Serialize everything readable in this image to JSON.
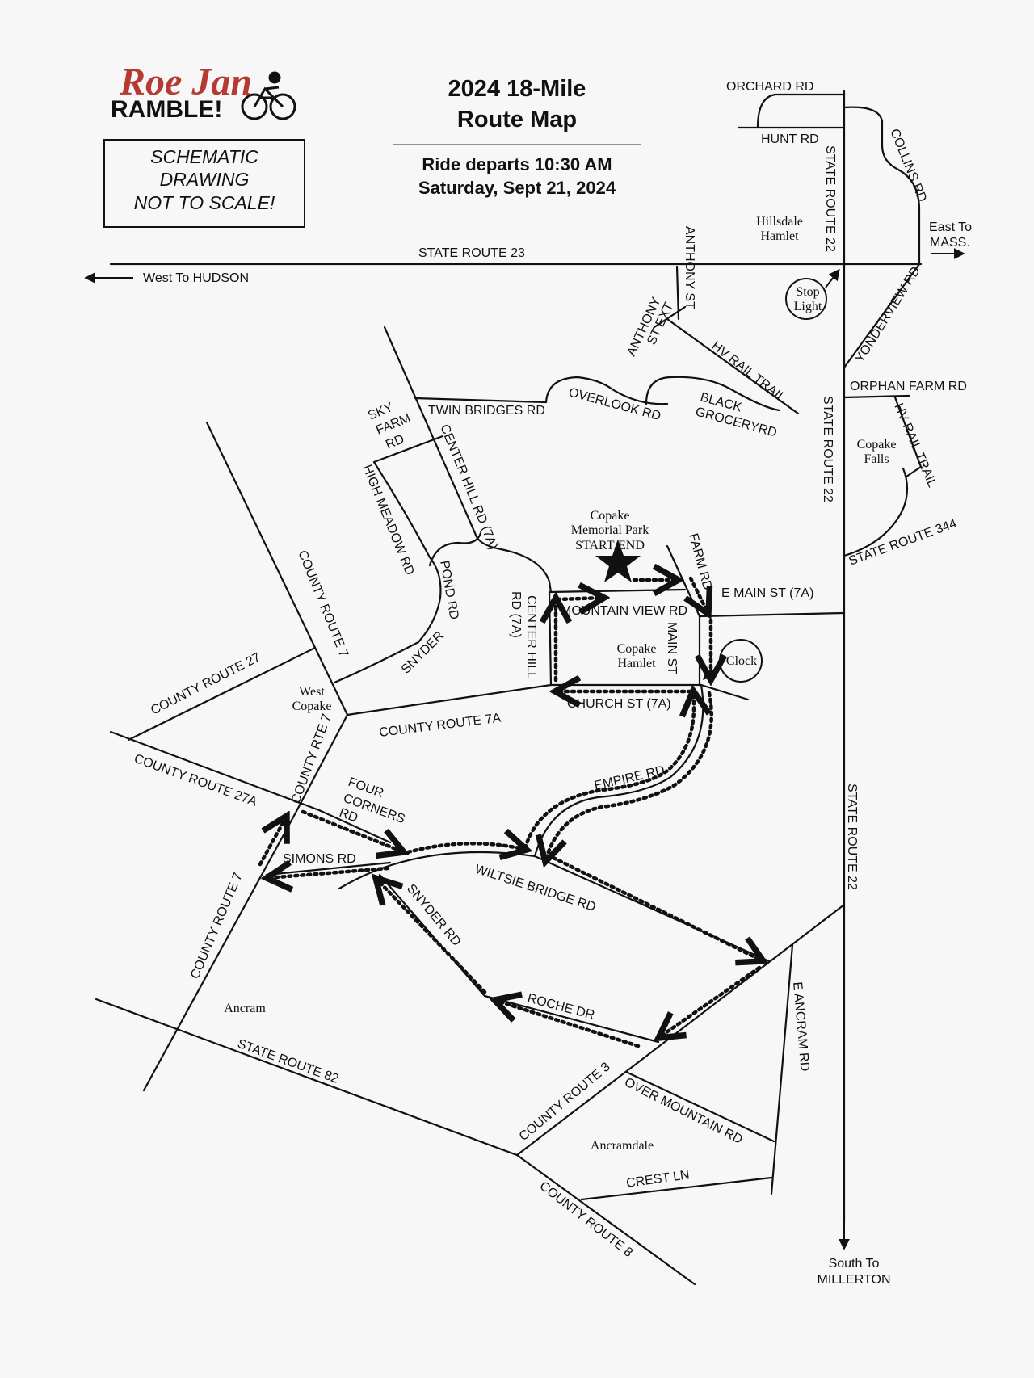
{
  "logo": {
    "line1": "Roe Jan",
    "line2": "RAMBLE!"
  },
  "title": {
    "line1": "2024 18-Mile",
    "line2": "Route Map"
  },
  "departure": {
    "line1": "Ride departs 10:30 AM",
    "line2": "Saturday, Sept 21, 2024"
  },
  "disclaimer": {
    "line1": "SCHEMATIC",
    "line2": "DRAWING",
    "line3": "NOT TO SCALE!"
  },
  "roads": {
    "orchard_rd": "ORCHARD RD",
    "hunt_rd": "HUNT RD",
    "collins_rd": "COLLINS RD",
    "state_route_22": "STATE ROUTE 22",
    "state_route_23": "STATE ROUTE 23",
    "anthony_st": "ANTHONY ST",
    "anthony_st_ext_1": "ANTHONY",
    "anthony_st_ext_2": "ST EXT",
    "hv_rail_trail": "HV RAIL TRAIL",
    "yonderview_rd": "YONDERVIEW RD",
    "orphan_farm_rd": "ORPHAN FARM RD",
    "overlook_rd": "OVERLOOK RD",
    "black_grocery_1": "BLACK",
    "black_grocery_2": "GROCERYRD",
    "twin_bridges_rd": "TWIN BRIDGES RD",
    "sky_farm_1": "SKY",
    "sky_farm_2": "FARM",
    "sky_farm_3": "RD",
    "center_hill_rd_7a": "CENTER HILL RD (7A)",
    "high_meadow_rd": "HIGH MEADOW RD",
    "state_route_344": "STATE ROUTE 344",
    "farm_rd": "FARM RD",
    "e_main_st": "E MAIN ST (7A)",
    "mountain_view_rd": "MOUNTAIN VIEW RD",
    "center_hill_1": "CENTER HILL",
    "center_hill_2": "RD (7A)",
    "main_st": "MAIN ST",
    "pond_rd": "POND RD",
    "snyder": "SNYDER",
    "county_route_7": "COUNTY ROUTE 7",
    "county_route_27": "COUNTY ROUTE 27",
    "church_st": "CHURCH ST (7A)",
    "county_route_7a": "COUNTY ROUTE 7A",
    "county_route_27a": "COUNTY ROUTE 27A",
    "county_rte_7": "COUNTY RTE 7",
    "four_corners_1": "FOUR",
    "four_corners_2": "CORNERS",
    "four_corners_3": "RD",
    "empire_rd": "EMPIRE RD",
    "simons_rd": "SIMONS RD",
    "wiltsie_bridge_rd": "WILTSIE BRIDGE RD",
    "snyder_rd": "SNYDER RD",
    "county_route_7_south": "COUNTY ROUTE 7",
    "roche_dr": "ROCHE DR",
    "e_ancram_rd": "E ANCRAM RD",
    "state_route_82": "STATE ROUTE 82",
    "county_route_3": "COUNTY ROUTE 3",
    "over_mountain_rd": "OVER MOUNTAIN RD",
    "crest_ln": "CREST LN",
    "county_route_8": "COUNTY ROUTE 8"
  },
  "places": {
    "hillsdale_1": "Hillsdale",
    "hillsdale_2": "Hamlet",
    "stop_light_1": "Stop",
    "stop_light_2": "Light",
    "copake_falls_1": "Copake",
    "copake_falls_2": "Falls",
    "park_1": "Copake",
    "park_2": "Memorial Park",
    "park_3": "START/END",
    "copake_hamlet_1": "Copake",
    "copake_hamlet_2": "Hamlet",
    "clock": "Clock",
    "west_copake_1": "West",
    "west_copake_2": "Copake",
    "ancram": "Ancram",
    "ancramdale": "Ancramdale"
  },
  "directions": {
    "east_1": "East To",
    "east_2": "MASS.",
    "west": "West To HUDSON",
    "south_1": "South To",
    "south_2": "MILLERTON"
  }
}
